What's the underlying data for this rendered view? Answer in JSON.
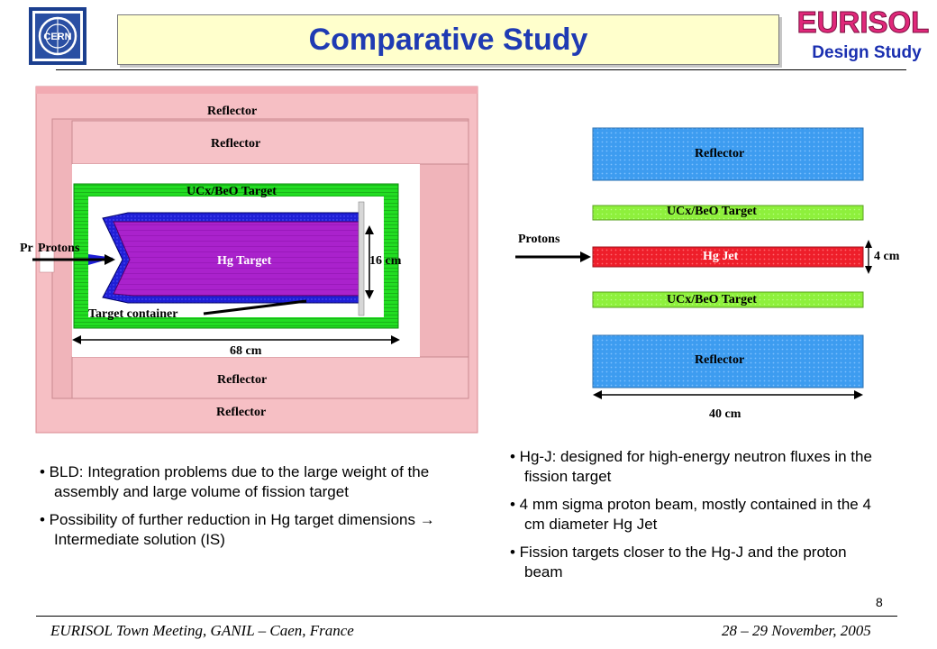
{
  "header": {
    "title": "Comparative Study",
    "logo_left": "CERN",
    "logo_right_top": "EURISOL",
    "logo_right_bottom": "Design Study"
  },
  "left_diagram": {
    "reflector_top_outer": "Reflector",
    "reflector_top_inner": "Reflector",
    "target_top": "UCx/BeO Target",
    "protons_partial": "Pr",
    "protons": "Protons",
    "hg_target": "Hg Target",
    "height_dim": "16 cm",
    "container": "Target container",
    "width_dim": "68 cm",
    "reflector_bottom_inner": "Reflector",
    "reflector_bottom_outer": "Reflector"
  },
  "right_diagram": {
    "reflector_top": "Reflector",
    "target_top": "UCx/BeO Target",
    "protons": "Protons",
    "hg_jet": "Hg Jet",
    "jet_dim": "4 cm",
    "target_bottom": "UCx/BeO Target",
    "reflector_bottom": "Reflector",
    "width_dim": "40 cm"
  },
  "bullets_left": [
    "• BLD: Integration problems due to the large weight of the assembly and large volume of fission target",
    "• Possibility of further reduction in Hg target dimensions → Intermediate solution (IS)"
  ],
  "bullets_right": [
    "• Hg-J: designed for high-energy neutron fluxes in the fission target",
    "• 4 mm sigma proton beam, mostly contained in the 4 cm diameter Hg Jet",
    "• Fission targets closer to the Hg-J and the proton beam"
  ],
  "footer": {
    "left": "EURISOL Town Meeting, GANIL – Caen, France",
    "right": "28 – 29 November, 2005",
    "page": "8"
  },
  "colors": {
    "title_blue": "#1f3bb3",
    "title_bg": "#ffffcc",
    "reflector_pink": "#f6bfc4",
    "target_green": "#22dd22",
    "hg_purple": "#aa22cc",
    "container_blue": "#1f1fd6",
    "reflector_blue": "#3d9cf0",
    "ucx_green": "#8ef03c",
    "jet_red": "#ee1e2a"
  }
}
